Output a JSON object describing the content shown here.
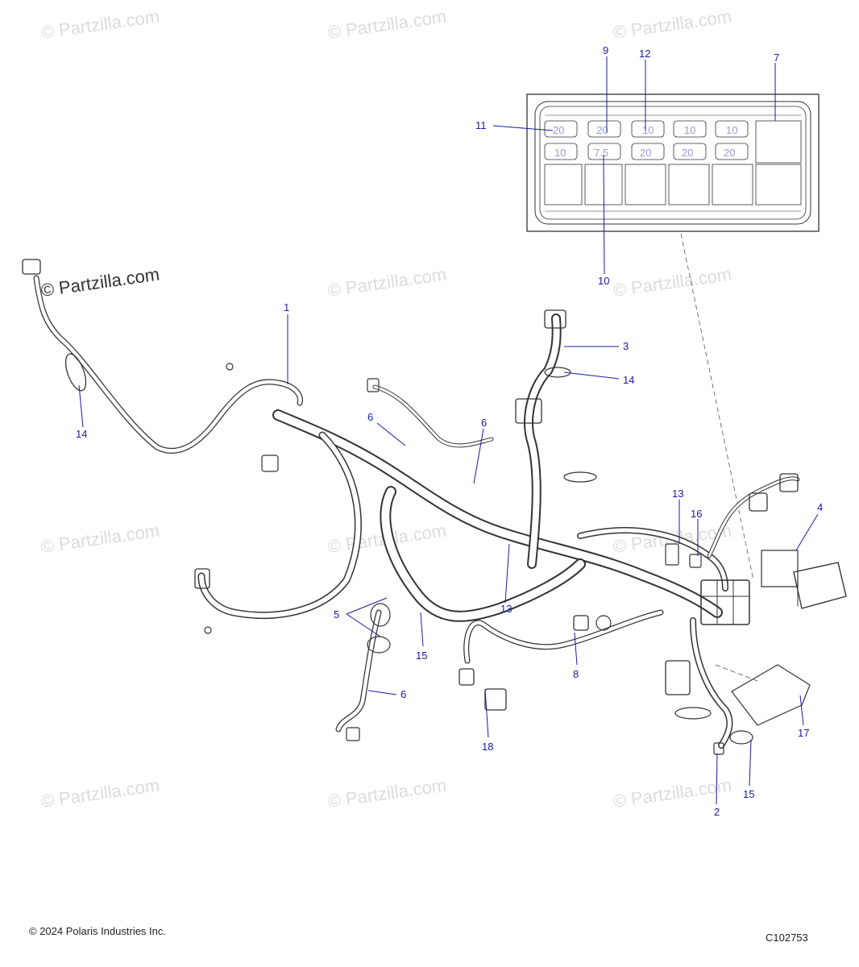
{
  "watermark_text": "© Partzilla.com",
  "copyright": "© 2024 Polaris Industries Inc.",
  "diagram_id": "C102753",
  "fuse_ratings_top": [
    "20",
    "20",
    "10",
    "10",
    "10"
  ],
  "fuse_ratings_bottom": [
    "10",
    "7.5",
    "20",
    "20",
    "20"
  ],
  "callouts": {
    "c1": "1",
    "c2": "2",
    "c3": "3",
    "c4": "4",
    "c5": "5",
    "c6a": "6",
    "c6b": "6",
    "c6c": "6",
    "c7": "7",
    "c8": "8",
    "c9": "9",
    "c10": "10",
    "c11": "11",
    "c12": "12",
    "c13a": "13",
    "c13b": "13",
    "c14a": "14",
    "c14b": "14",
    "c15a": "15",
    "c15b": "15",
    "c16": "16",
    "c17": "17",
    "c18": "18"
  },
  "colors": {
    "callout": "#1a1aa8",
    "line_art": "#222222",
    "watermark": "#dcdcdc"
  }
}
